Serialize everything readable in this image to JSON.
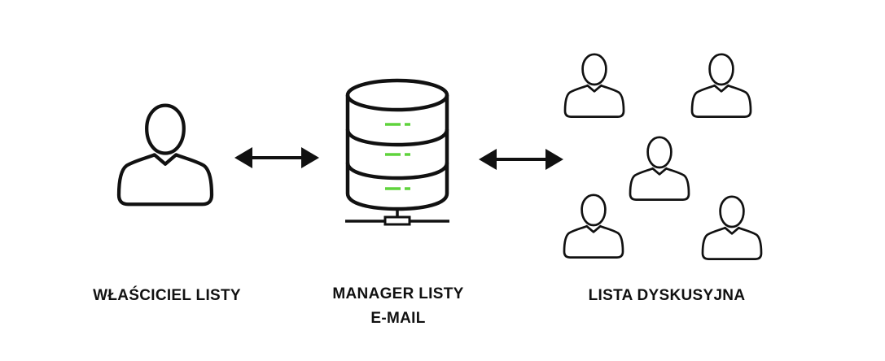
{
  "labels": {
    "owner": "WŁAŚCICIEL LISTY",
    "manager_line1": "MANAGER LISTY",
    "manager_line2": "E-MAIL",
    "discussion_list": "LISTA DYSKUSYJNA"
  },
  "colors": {
    "stroke": "#111111",
    "led": "#5fd33c",
    "background": "#ffffff"
  },
  "icons": {
    "owner": "person-icon",
    "server": "database-server-icon",
    "members": "person-icon",
    "connectors": "double-arrow-icon"
  }
}
